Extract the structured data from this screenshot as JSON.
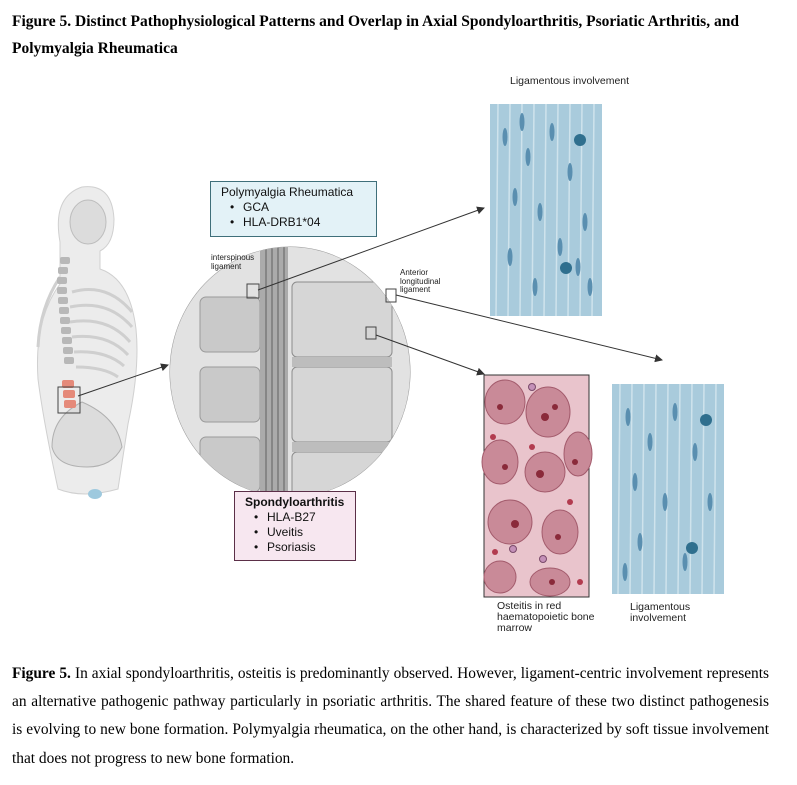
{
  "figure": {
    "title": "Figure 5. Distinct Pathophysiological Patterns and Overlap in Axial Spondyloarthritis, Psoriatic Arthritis, and Polymyalgia Rheumatica"
  },
  "diagram": {
    "labels": {
      "ligamentous_top": "Ligamentous involvement",
      "ligamentous_bottom": "Ligamentous involvement",
      "osteitis": "Osteitis in red haematopoietic bone marrow",
      "interspinous": "interspinous ligament",
      "anterior": "Anterior longitudinal ligament"
    },
    "pmr_box": {
      "title": "Polymyalgia Rheumatica",
      "items": [
        "GCA",
        "HLA-DRB1*04"
      ]
    },
    "spa_box": {
      "title": "Spondyloarthritis",
      "items": [
        "HLA-B27",
        "Uveitis",
        "Psoriasis"
      ]
    },
    "colors": {
      "pmr_fill": "#e3f2f7",
      "pmr_border": "#3f6f7a",
      "spa_fill": "#f7e7f0",
      "spa_border": "#5b2f48",
      "ligament": "#a9cbdc",
      "marrow": "#c98a98"
    }
  },
  "caption": {
    "label": "Figure 5.",
    "text": " In axial spondyloarthritis, osteitis is predominantly observed. However, ligament-centric involvement represents an alternative pathogenic pathway particularly in psoriatic arthritis. The shared feature of these two distinct pathogenesis is evolving to new bone formation. Polymyalgia rheumatica, on the other hand, is characterized by soft tissue involvement that does not progress to new bone formation."
  }
}
